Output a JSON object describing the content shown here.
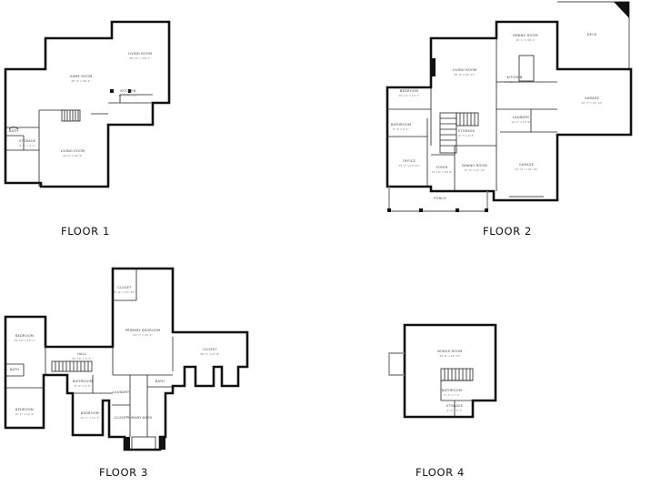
{
  "floors": [
    {
      "label": "FLOOR 1",
      "rooms": [
        {
          "name": "GAME ROOM",
          "dim": "28' 4\" x 26' 4\""
        },
        {
          "name": "LIVING ROOM",
          "dim": "22' 5\" x 22' 9\""
        },
        {
          "name": "KITCHEN",
          "dim": "14' 5\" x 7' 11\""
        },
        {
          "name": "LIVING ROOM",
          "dim": "26' 11\" x 16' 1\""
        },
        {
          "name": "STORAGE",
          "dim": "9' 5\" x 4' 7\""
        },
        {
          "name": "BATH",
          "dim": ""
        }
      ]
    },
    {
      "label": "FLOOR 2",
      "rooms": [
        {
          "name": "LIVING ROOM",
          "dim": "20' 9\" x 20' 11\""
        },
        {
          "name": "DINING ROOM",
          "dim": "14' 1\" x 20' 1\""
        },
        {
          "name": "KITCHEN",
          "dim": "14' 11\" x 19' 3\""
        },
        {
          "name": "DECK",
          "dim": ""
        },
        {
          "name": "GARAGE",
          "dim": "22' 7\" x 31' 11\""
        },
        {
          "name": "BEDROOM",
          "dim": "15' 11\" x 13' 7\""
        },
        {
          "name": "BATHROOM",
          "dim": "8' 4\" x 9' 4\""
        },
        {
          "name": "STORAGE",
          "dim": "4' 7\" x 6' 5\""
        },
        {
          "name": "LAUNDRY",
          "dim": "11' 1\" x 13' 6\""
        },
        {
          "name": "OFFICE",
          "dim": "12' 7\" x 13' 11\""
        },
        {
          "name": "FOYER",
          "dim": "11' 10\" x 16' 4\""
        },
        {
          "name": "DINING ROOM",
          "dim": "17' 9\" x 14' 11\""
        },
        {
          "name": "GARAGE",
          "dim": "22' 11\" x 21' 10\""
        },
        {
          "name": "PORCH",
          "dim": ""
        }
      ]
    },
    {
      "label": "FLOOR 3",
      "rooms": [
        {
          "name": "CLOSET",
          "dim": "9' 11\" x 13' 10\""
        },
        {
          "name": "PRIMARY BEDROOM",
          "dim": "22' 7\" x 23' 4\""
        },
        {
          "name": "CLOSET",
          "dim": "29' 3\" x 11' 8\""
        },
        {
          "name": "BEDROOM",
          "dim": "15' 10\" x 13' 7\""
        },
        {
          "name": "BEDROOM",
          "dim": "15' 1\" x 12' 9\""
        },
        {
          "name": "BEDROOM",
          "dim": "13' 1\" x 14' 7\""
        },
        {
          "name": "BATHROOM",
          "dim": "8' 8\" x 9' 3\""
        },
        {
          "name": "PRIMARY BATH",
          "dim": ""
        },
        {
          "name": "LAUNDRY",
          "dim": ""
        },
        {
          "name": "BATH",
          "dim": ""
        },
        {
          "name": "BATH",
          "dim": ""
        },
        {
          "name": "CLOSET",
          "dim": ""
        },
        {
          "name": "HALL",
          "dim": "25' 10\" x 4' 3\""
        }
      ]
    },
    {
      "label": "FLOOR 4",
      "rooms": [
        {
          "name": "BONUS ROOM",
          "dim": "24' 8\" x 18' 11\""
        },
        {
          "name": "BATHROOM",
          "dim": "5' 4\" x 7' 1\""
        },
        {
          "name": "STORAGE",
          "dim": "9' 4\" x 5' 1\""
        }
      ]
    }
  ]
}
